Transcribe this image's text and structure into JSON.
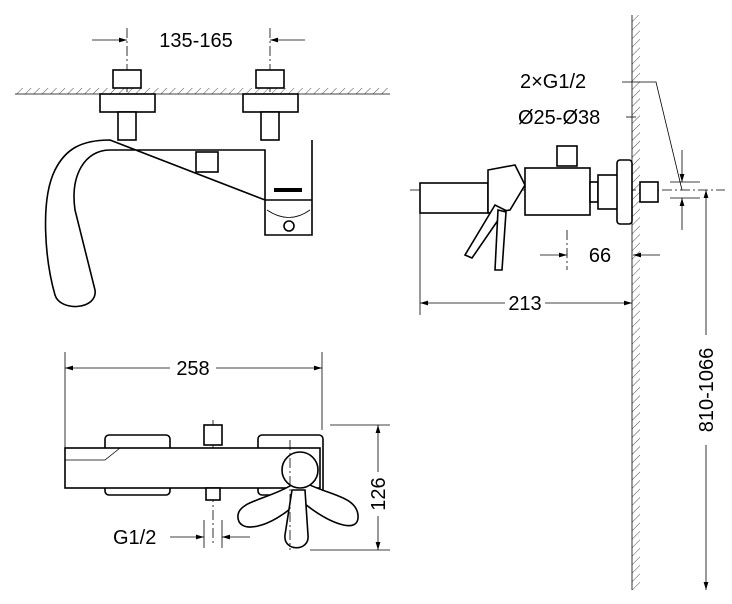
{
  "dimensions": {
    "valve_spacing": "135-165",
    "connections": "2×G1/2",
    "flange_diameter": "Ø25-Ø38",
    "wall_offset": "66",
    "projection": "213",
    "length": "258",
    "mounting_height": "810-1066",
    "height": "126",
    "thread": "G1/2"
  },
  "logo": "brand mark on body"
}
